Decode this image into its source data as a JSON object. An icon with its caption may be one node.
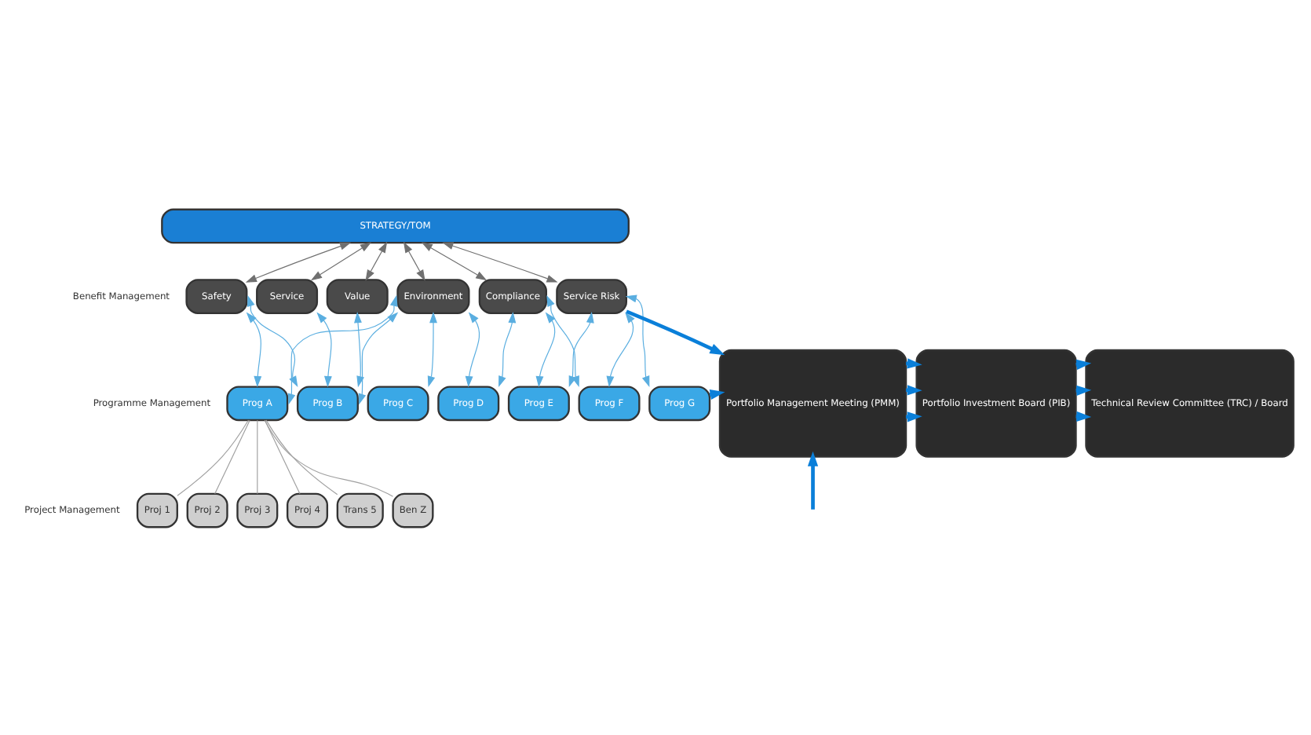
{
  "diagram": {
    "nodes": [
      {
        "text": [
          "STRATEGY/TOM"
        ]
      },
      {
        "text": [
          "Safety"
        ]
      },
      {
        "text": [
          "Service"
        ]
      },
      {
        "text": [
          "Value"
        ]
      },
      {
        "text": [
          "Environment"
        ]
      },
      {
        "text": [
          "Compliance"
        ]
      },
      {
        "text": [
          "Service Risk"
        ]
      },
      {
        "text": [
          "Prog A"
        ]
      },
      {
        "text": [
          "Prog B"
        ]
      },
      {
        "text": [
          "Prog C"
        ]
      },
      {
        "text": [
          "Prog D"
        ]
      },
      {
        "text": [
          "Prog E"
        ]
      },
      {
        "text": [
          "Prog F"
        ]
      },
      {
        "text": [
          "Prog G"
        ]
      },
      {
        "text": [
          "Proj 1"
        ]
      },
      {
        "text": [
          "Proj 2"
        ]
      },
      {
        "text": [
          "Proj 3"
        ]
      },
      {
        "text": [
          "Proj 4"
        ]
      },
      {
        "text": [
          "Trans 5"
        ]
      },
      {
        "text": [
          "Ben Z"
        ]
      },
      {
        "text": [
          "Portfolio Management Meeting (PMM)"
        ]
      },
      {
        "text": [
          "Portfolio Investment Board (PIB)"
        ]
      },
      {
        "text": [
          "Technical Review Committee (TRC) / Board"
        ]
      }
    ],
    "edges": [
      {
        "from": 0,
        "to": 1,
        "arrow": "both",
        "color": "#707070"
      },
      {
        "from": 0,
        "to": 2,
        "arrow": "both",
        "color": "#707070"
      },
      {
        "from": 0,
        "to": 3,
        "arrow": "both",
        "color": "#707070"
      },
      {
        "from": 0,
        "to": 4,
        "arrow": "both",
        "color": "#707070"
      },
      {
        "from": 0,
        "to": 5,
        "arrow": "both",
        "color": "#707070"
      },
      {
        "from": 0,
        "to": 6,
        "arrow": "both",
        "color": "#707070"
      },
      {
        "from": 1,
        "to": 7,
        "arrow": "both"
      },
      {
        "from": 1,
        "to": 8,
        "arrow": "both"
      },
      {
        "from": 2,
        "to": 8,
        "arrow": "both"
      },
      {
        "from": 3,
        "to": 8,
        "arrow": "both"
      },
      {
        "from": 4,
        "to": 7,
        "arrow": "both"
      },
      {
        "from": 4,
        "to": 8,
        "arrow": "both"
      },
      {
        "from": 4,
        "to": 9,
        "arrow": "both"
      },
      {
        "from": 4,
        "to": 10,
        "arrow": "both"
      },
      {
        "from": 5,
        "to": 10,
        "arrow": "both"
      },
      {
        "from": 5,
        "to": 11,
        "arrow": "both"
      },
      {
        "from": 5,
        "to": 12,
        "arrow": "both"
      },
      {
        "from": 6,
        "to": 11,
        "arrow": "both"
      },
      {
        "from": 6,
        "to": 12,
        "arrow": "both"
      },
      {
        "from": 6,
        "to": 13,
        "arrow": "both"
      },
      {
        "from": 7,
        "to": 14,
        "arrow": "none",
        "color": "#a0a0a0"
      },
      {
        "from": 7,
        "to": 15,
        "arrow": "none",
        "color": "#a0a0a0"
      },
      {
        "from": 7,
        "to": 16,
        "arrow": "none",
        "color": "#a0a0a0"
      },
      {
        "from": 7,
        "to": 17,
        "arrow": "none",
        "color": "#a0a0a0"
      },
      {
        "from": 7,
        "to": 18,
        "arrow": "none",
        "color": "#a0a0a0"
      },
      {
        "from": 7,
        "to": 19,
        "arrow": "none",
        "color": "#a0a0a0"
      },
      {
        "from": 6,
        "to": 20,
        "arrow": "to",
        "style": "thick",
        "color": "#0a7fd9"
      },
      {
        "from": 13,
        "to": 20,
        "arrow": "to",
        "style": "thick",
        "color": "#0a7fd9"
      },
      {
        "from": null,
        "to": 20,
        "arrow": "to",
        "style": "thick",
        "color": "#0a7fd9"
      },
      {
        "from": 20,
        "to": 21,
        "arrow": "to",
        "style": "thick",
        "color": "#0a7fd9"
      },
      {
        "from": 20,
        "to": 21,
        "arrow": "to",
        "style": "thick",
        "color": "#0a7fd9"
      },
      {
        "from": 20,
        "to": 21,
        "arrow": "to",
        "style": "thick",
        "color": "#0a7fd9"
      },
      {
        "from": 21,
        "to": 22,
        "arrow": "to",
        "style": "thick",
        "color": "#0a7fd9"
      },
      {
        "from": 21,
        "to": 22,
        "arrow": "to",
        "style": "thick",
        "color": "#0a7fd9"
      },
      {
        "from": 21,
        "to": 22,
        "arrow": "to",
        "style": "thick",
        "color": "#0a7fd9"
      }
    ],
    "labels": [
      "Benefit Management",
      "Programme Management",
      "Project Management"
    ]
  }
}
